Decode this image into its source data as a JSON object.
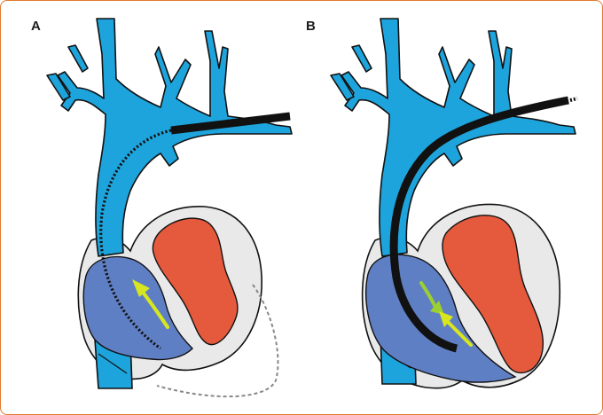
{
  "panels": [
    {
      "label": "A"
    },
    {
      "label": "B"
    }
  ],
  "colors": {
    "vein": "#1ea4dc",
    "right_heart": "#5f7fc4",
    "left_heart": "#e55a3c",
    "pericardium": "#e9e9ea",
    "ivc": "#1ea4dc",
    "flow_arrow": "#d8e61f",
    "catheter": "#111111",
    "frame_border": "#e2782e"
  },
  "icons": {
    "panel_a": [
      "superior-vena-cava",
      "right-atrium",
      "left-ventricle",
      "inferior-vena-cava",
      "catheter-dotted",
      "flow-arrow"
    ],
    "panel_b": [
      "superior-vena-cava",
      "right-atrium",
      "left-ventricle",
      "inferior-vena-cava",
      "catheter-solid",
      "flow-arrows"
    ]
  }
}
